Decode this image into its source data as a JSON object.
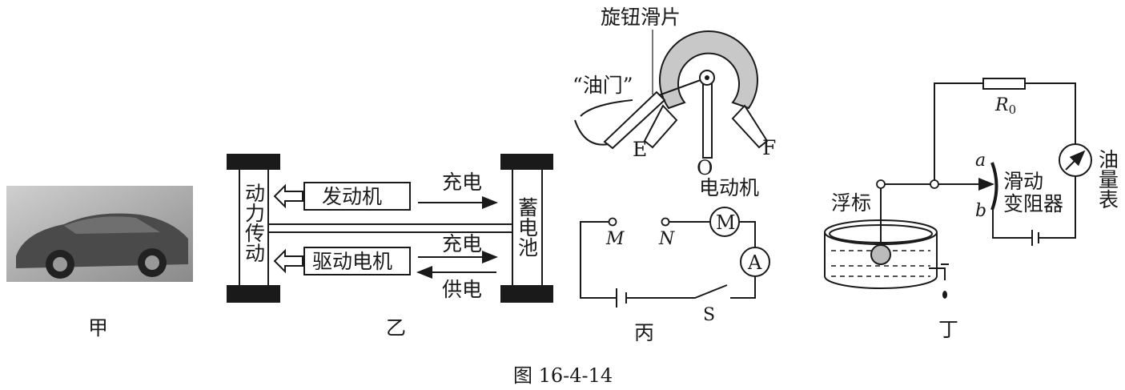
{
  "figure_caption": "图 16-4-14",
  "panels": {
    "jia": {
      "label": "甲"
    },
    "yi": {
      "label": "乙",
      "left_column": "动力传动",
      "right_column": "蓄电池",
      "box_engine": "发动机",
      "box_motor": "驱动电机",
      "arrow_charge_1": "充电",
      "arrow_charge_2": "充电",
      "arrow_supply": "供电"
    },
    "bing": {
      "label": "丙",
      "knob_slider": "旋钮滑片",
      "throttle": "“油门”",
      "terminal_e": "E",
      "terminal_o": "O",
      "terminal_f": "F",
      "motor_title": "电动机",
      "motor_symbol": "M",
      "ammeter_symbol": "A",
      "point_m": "M",
      "point_n": "N",
      "switch": "S"
    },
    "ding": {
      "label": "丁",
      "resistor": "R",
      "resistor_sub": "0",
      "fuel_gauge": "油量表",
      "rheostat_1": "滑动",
      "rheostat_2": "变阻器",
      "end_a": "a",
      "end_b": "b",
      "float": "浮标"
    }
  }
}
